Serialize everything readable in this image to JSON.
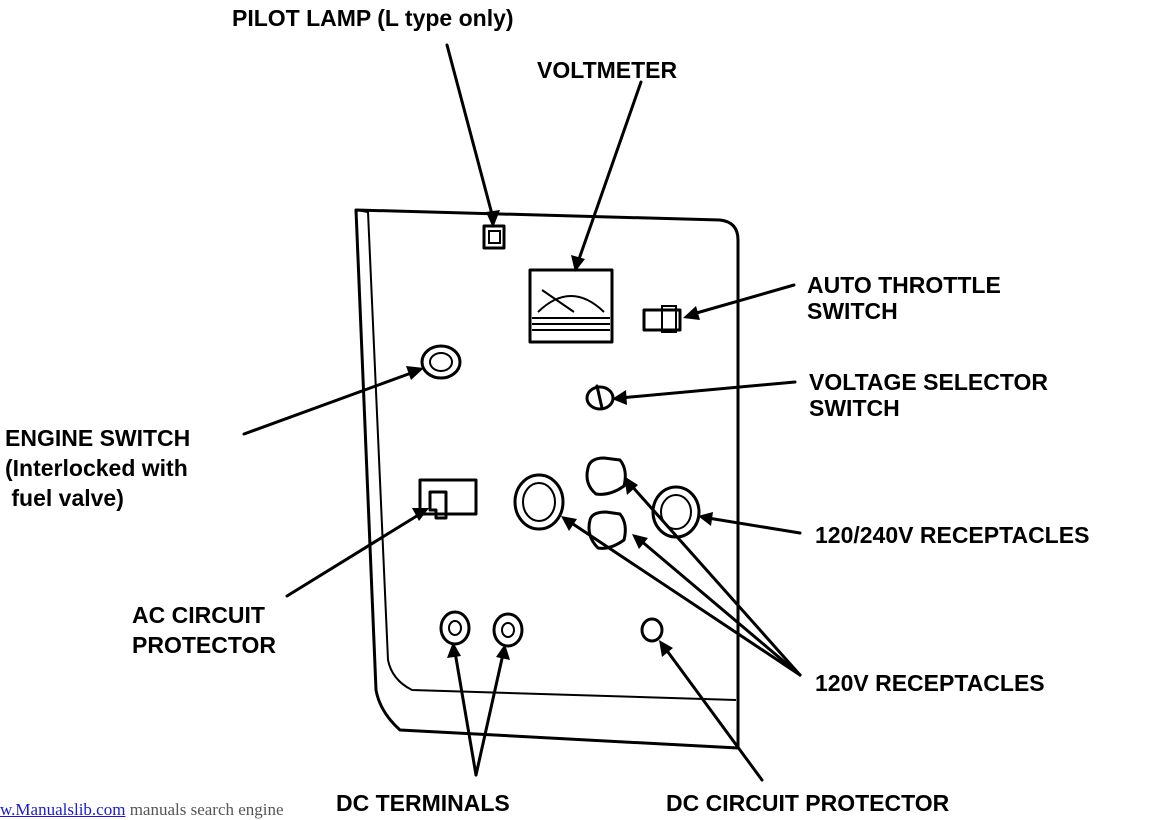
{
  "labels": {
    "pilot_lamp": "PILOT LAMP (L type only)",
    "voltmeter": "VOLTMETER",
    "auto_throttle": [
      "AUTO THROTTLE",
      "SWITCH"
    ],
    "voltage_selector": [
      "VOLTAGE SELECTOR",
      "SWITCH"
    ],
    "engine_switch": [
      "ENGINE SWITCH",
      "(Interlocked with",
      " fuel valve)"
    ],
    "receptacles_120_240": "120/240V RECEPTACLES",
    "ac_circuit_protector": [
      "AC CIRCUIT",
      "PROTECTOR"
    ],
    "receptacles_120": "120V RECEPTACLES",
    "dc_terminals": "DC TERMINALS",
    "dc_circuit_protector": "DC CIRCUIT PROTECTOR"
  },
  "footer": {
    "link_text": "w.Manualslib.com",
    "suffix": " manuals search engine"
  }
}
